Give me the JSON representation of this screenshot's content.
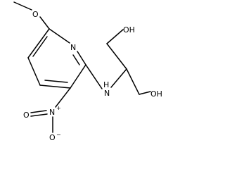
{
  "labels": {
    "N_ring": "N",
    "NH": "H",
    "NH_N": "N",
    "OH_top": "OH",
    "OH_right": "OH",
    "O_methoxy": "O",
    "N_nitro": "N",
    "nitro_plus": "+",
    "O_nitro_down": "O",
    "nitro_minus": "−",
    "O_nitro_left": "O"
  }
}
